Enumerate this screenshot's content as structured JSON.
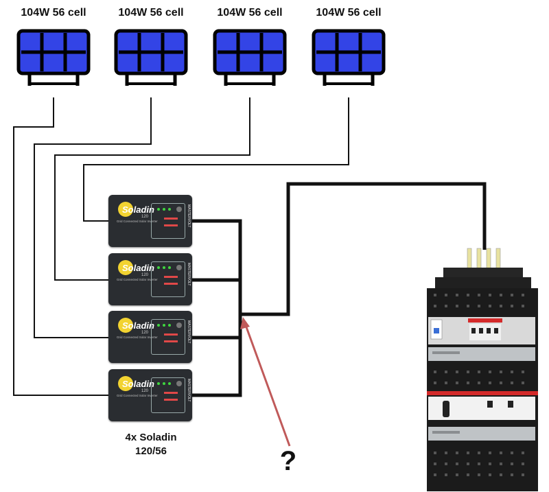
{
  "panels": [
    {
      "label": "104W 56 cell"
    },
    {
      "label": "104W 56 cell"
    },
    {
      "label": "104W 56 cell"
    },
    {
      "label": "104W 56 cell"
    }
  ],
  "inverters": [
    {
      "brand": "Soladin",
      "model": "120",
      "subtitle": "Grid Connected Solar Inverter",
      "side_text": "MASTERVOLT"
    },
    {
      "brand": "Soladin",
      "model": "120",
      "subtitle": "Grid Connected Solar Inverter",
      "side_text": "MASTERVOLT"
    },
    {
      "brand": "Soladin",
      "model": "120",
      "subtitle": "Grid Connected Solar Inverter",
      "side_text": "MASTERVOLT"
    },
    {
      "brand": "Soladin",
      "model": "120",
      "subtitle": "Grid Connected Solar Inverter",
      "side_text": "MASTERVOLT"
    }
  ],
  "inverter_caption": {
    "line1": "4x Soladin",
    "line2": "120/56"
  },
  "question": "?",
  "colors": {
    "panel_blue": "#3344e6",
    "wire": "#111111",
    "arrow": "#c05a5a",
    "breaker_red": "#d42a2a",
    "cable_yellow": "#e8e2a0"
  }
}
